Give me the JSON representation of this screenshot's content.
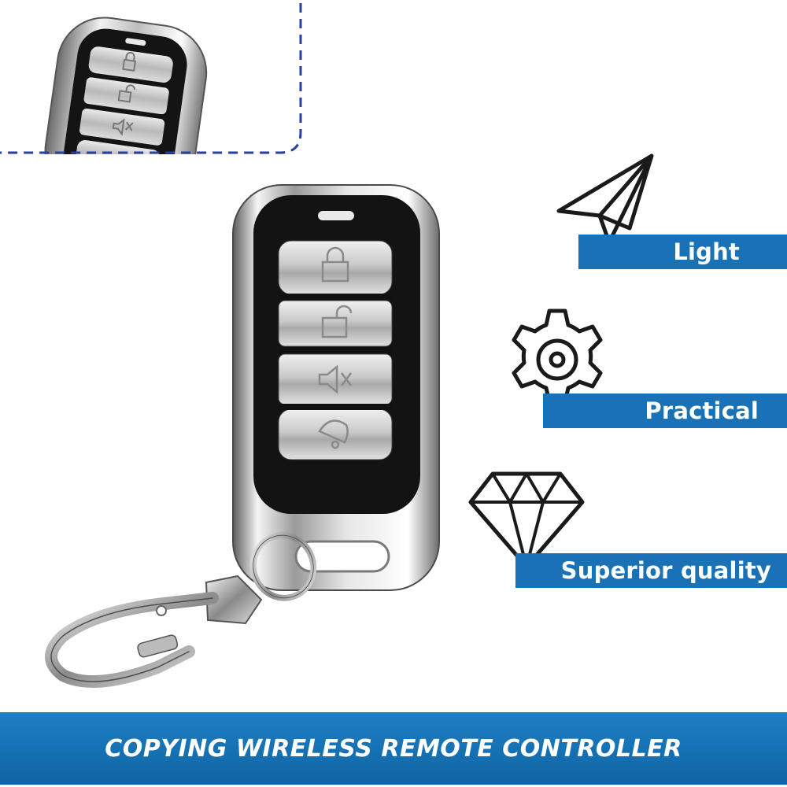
{
  "features": [
    {
      "label": "Light",
      "icon": "paper-plane-icon"
    },
    {
      "label": "Practical",
      "icon": "gear-icon"
    },
    {
      "label": "Superior quality",
      "icon": "diamond-icon"
    }
  ],
  "banner": {
    "text": "COPYING WIRELESS REMOTE CONTROLLER"
  },
  "remote": {
    "buttons": [
      "lock-icon",
      "unlock-icon",
      "mute-icon",
      "alarm-bell-icon"
    ]
  },
  "colors": {
    "accent": "#1a72b6",
    "inset_border": "#2b3f9e"
  }
}
